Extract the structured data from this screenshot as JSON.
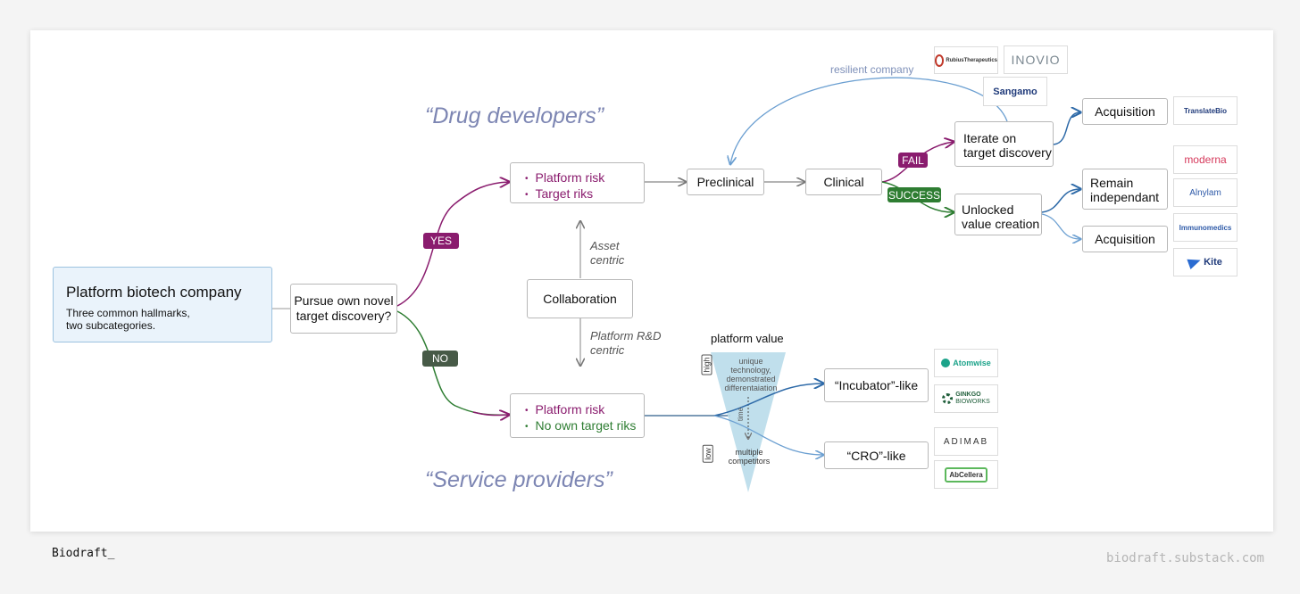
{
  "headings": {
    "drug_developers": "“Drug developers”",
    "service_providers": "“Service providers”"
  },
  "root": {
    "title": "Platform biotech company",
    "subtitle_line1": "Three common hallmarks,",
    "subtitle_line2": "two subcategories."
  },
  "question": {
    "line1": "Pursue own novel",
    "line2": "target discovery?"
  },
  "tags": {
    "yes": "YES",
    "no": "NO",
    "fail": "FAIL",
    "success": "SUCCESS"
  },
  "risk_top": {
    "item1": "Platform risk",
    "item2": "Target riks"
  },
  "risk_bottom": {
    "item1": "Platform risk",
    "item2": "No own target riks"
  },
  "collaboration": {
    "label": "Collaboration",
    "up_line1": "Asset",
    "up_line2": "centric",
    "down_line1": "Platform R&D",
    "down_line2": "centric"
  },
  "pipeline": {
    "preclinical": "Preclinical",
    "clinical": "Clinical",
    "resilient": "resilient company",
    "iterate_line1": "Iterate on",
    "iterate_line2": "target discovery",
    "unlocked_line1": "Unlocked",
    "unlocked_line2": "value creation",
    "acquisition_top": "Acquisition",
    "remain_line1": "Remain",
    "remain_line2": "independant",
    "acquisition_bottom": "Acquisition"
  },
  "platform_value": {
    "title": "platform value",
    "high": "high",
    "low": "low",
    "time": "time",
    "top_line1": "unique technology,",
    "top_line2": "demonstrated",
    "top_line3": "differentaiation",
    "bottom_line1": "multiple",
    "bottom_line2": "competitors"
  },
  "outcomes": {
    "incubator": "“Incubator”-like",
    "cro": "“CRO”-like"
  },
  "logos": {
    "rubius": "RubiusTherapeutics",
    "inovio": "INOVIO",
    "sangamo": "Sangamo",
    "translate": "TranslateBio",
    "moderna": "moderna",
    "alnylam": "Alnylam",
    "immunomedics": "Immunomedics",
    "kite": "Kite",
    "atomwise": "Atomwise",
    "ginkgo_line1": "GINKGO",
    "ginkgo_line2": "BIOWORKS",
    "adimab": "ADIMAB",
    "abcellera": "AbCellera"
  },
  "colors": {
    "purple": "#8a1c6e",
    "green": "#2e7d32",
    "dark_green": "#475a47",
    "heading": "#7d86b3",
    "blue_arrow": "#2e6aa8",
    "light_blue": "#b9dcea"
  },
  "footer": {
    "brand": "Biodraft_",
    "url": "biodraft.substack.com"
  }
}
